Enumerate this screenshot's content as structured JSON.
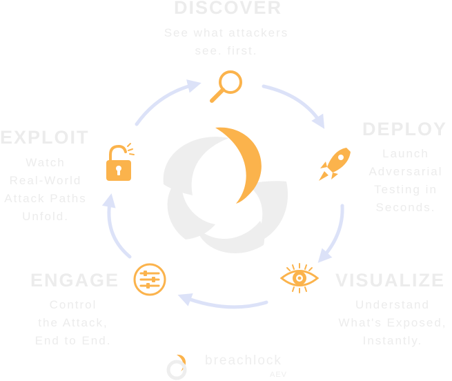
{
  "colors": {
    "accent": "#FBB34C",
    "arrow": "#DCE2F8",
    "swirl": "#EEEEEE",
    "text_faint": "#ECECEC"
  },
  "stages": {
    "discover": {
      "title": "DISCOVER",
      "lines": [
        "See what attackers",
        "see. first."
      ],
      "icon": "magnifier-icon"
    },
    "deploy": {
      "title": "DEPLOY",
      "lines": [
        "Launch",
        "Adversarial",
        "Testing in",
        "Seconds."
      ],
      "icon": "rocket-icon"
    },
    "visualize": {
      "title": "VISUALIZE",
      "lines": [
        "Understand",
        "What's Exposed,",
        "Instantly."
      ],
      "icon": "eye-icon"
    },
    "engage": {
      "title": "ENGAGE",
      "lines": [
        "Control",
        "the Attack,",
        "End to End."
      ],
      "icon": "sliders-icon"
    },
    "exploit": {
      "title": "EXPLOIT",
      "lines": [
        "Watch",
        "Real-World",
        "Attack Paths",
        "Unfold."
      ],
      "icon": "unlocked-padlock-icon"
    }
  },
  "brand": {
    "name": "breachlock",
    "sub": "AEV"
  }
}
